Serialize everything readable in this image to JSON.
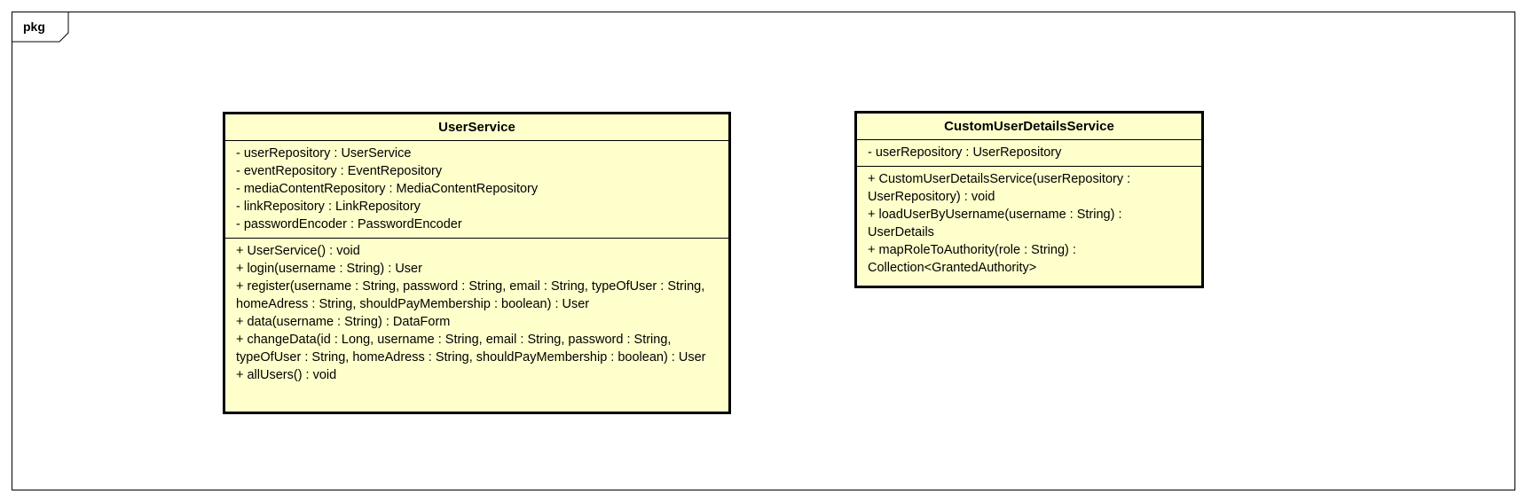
{
  "package": {
    "label": "pkg"
  },
  "classes": {
    "user_service": {
      "name": "UserService",
      "attributes": [
        "- userRepository : UserService",
        "- eventRepository : EventRepository",
        "- mediaContentRepository : MediaContentRepository",
        "- linkRepository : LinkRepository",
        "- passwordEncoder : PasswordEncoder"
      ],
      "operations": [
        "+ UserService() : void",
        "+ login(username : String) : User",
        "+ register(username : String, password : String, email : String, typeOfUser : String, homeAdress : String, shouldPayMembership : boolean) : User",
        "+ data(username : String) : DataForm",
        "+ changeData(id : Long, username : String, email : String, password : String, typeOfUser : String, homeAdress : String, shouldPayMembership : boolean) : User",
        "+ allUsers() : void"
      ]
    },
    "custom_user_details_service": {
      "name": "CustomUserDetailsService",
      "attributes": [
        "- userRepository : UserRepository"
      ],
      "operations": [
        "+ CustomUserDetailsService(userRepository : UserRepository) : void",
        "+ loadUserByUsername(username : String) : UserDetails",
        "+ mapRoleToAuthority(role : String) : Collection<GrantedAuthority>"
      ]
    }
  },
  "colors": {
    "class_fill": "#ffffcc",
    "border": "#000000"
  }
}
